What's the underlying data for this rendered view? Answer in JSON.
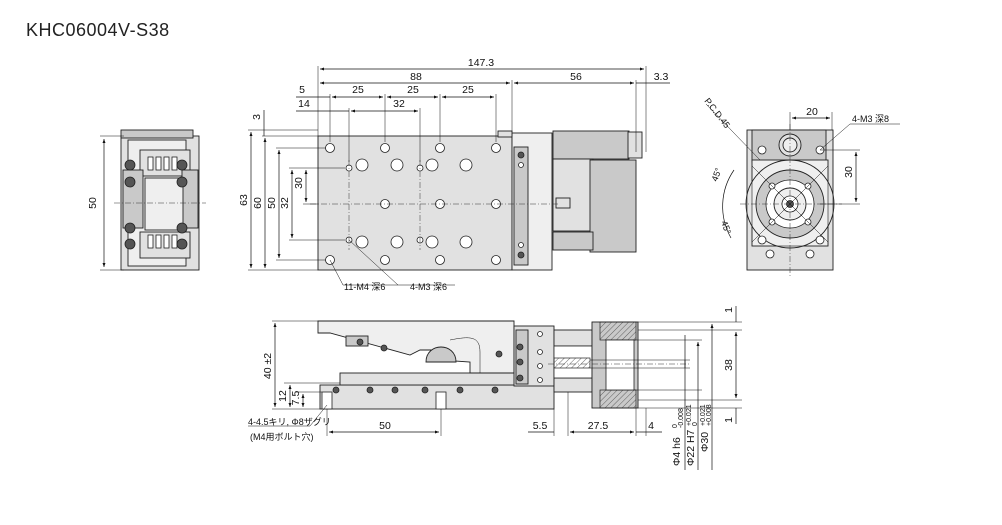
{
  "title": "KHC06004V-S38",
  "top_view": {
    "dims_horizontal": [
      "147.3",
      "88",
      "56",
      "3.3",
      "5",
      "25",
      "25",
      "25",
      "14",
      "32"
    ],
    "dims_vertical": [
      "3",
      "63",
      "60",
      "50",
      "32",
      "30"
    ],
    "callouts": [
      "11-M4 深6",
      "4-M3 深6"
    ]
  },
  "left_view": {
    "dims": [
      "50"
    ]
  },
  "end_view": {
    "pcd": "P.C.D.45",
    "angles": [
      "45°",
      "45°"
    ],
    "dims": [
      "20",
      "30"
    ],
    "callout": "4-M3 深8"
  },
  "front_view": {
    "dims_vertical": [
      "40 ±2",
      "12",
      "7.5",
      "1",
      "38",
      "1"
    ],
    "dims_horizontal": [
      "50",
      "5.5",
      "27.5",
      "4"
    ],
    "callout_line1": "4-4.5キリ, Φ8ザグリ",
    "callout_line2": "(M4用ボルト穴)",
    "diameters": [
      "Φ4 h6",
      "Φ22 H7",
      "Φ30"
    ],
    "tolerances": [
      "0",
      "-0.008",
      "+0.021",
      "0",
      "+0.021",
      "+0.008"
    ]
  }
}
